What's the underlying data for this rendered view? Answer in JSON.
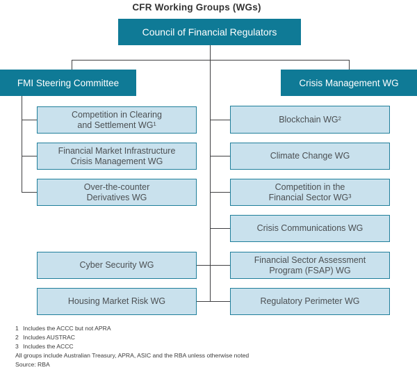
{
  "title": "CFR Working Groups (WGs)",
  "diagram": {
    "root": {
      "label": "Council of Financial Regulators"
    },
    "committees": [
      {
        "label": "FMI Steering Committee"
      },
      {
        "label": "Crisis Management WG"
      }
    ],
    "fmi_wgs": [
      {
        "label": "Competition in Clearing\nand Settlement WG¹"
      },
      {
        "label": "Financial Market Infrastructure\nCrisis Management WG"
      },
      {
        "label": "Over-the-counter\nDerivatives WG"
      }
    ],
    "council_wgs_left": [
      {
        "label": "Cyber Security WG"
      },
      {
        "label": "Housing Market Risk WG"
      }
    ],
    "council_wgs_right": [
      {
        "label": "Blockchain WG²"
      },
      {
        "label": "Climate Change WG"
      },
      {
        "label": "Competition in the\nFinancial Sector WG³"
      },
      {
        "label": "Crisis Communications WG"
      },
      {
        "label": "Financial Sector Assessment\nProgram (FSAP) WG"
      },
      {
        "label": "Regulatory Perimeter WG"
      }
    ]
  },
  "footnotes": [
    {
      "num": "1",
      "text": "Includes the ACCC but not APRA"
    },
    {
      "num": "2",
      "text": "Includes AUSTRAC"
    },
    {
      "num": "3",
      "text": "Includes the ACCC"
    }
  ],
  "notes": {
    "general": "All groups include Australian Treasury, APRA, ASIC and the RBA unless otherwise noted",
    "source": "Source: RBA"
  },
  "colors": {
    "teal": "#0F7A96",
    "light_blue_fill": "#C9E1ED",
    "light_blue_border": "#1E7E9A",
    "connector": "#3F3F41"
  }
}
